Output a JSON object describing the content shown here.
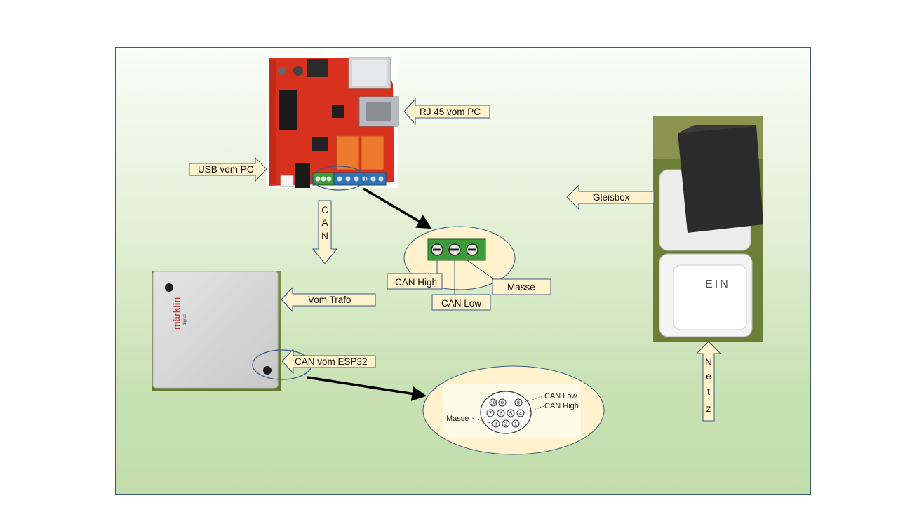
{
  "labels": {
    "rj45": "RJ 45 vom  PC",
    "usb": "USB vom PC",
    "can_vertical": [
      "C",
      "A",
      "N"
    ],
    "gleisbox": "Gleisbox",
    "vom_trafo": "Vom Trafo",
    "can_vom_esp32": "CAN vom ESP32",
    "can_high": "CAN High",
    "can_low": "CAN Low",
    "masse": "Masse",
    "netz_vertical": [
      "N",
      "e",
      "t",
      "z"
    ]
  },
  "plug_diagram": {
    "can_low": "CAN Low",
    "can_high": "CAN High",
    "masse": "Masse",
    "pins": [
      "10",
      "9",
      "8",
      "7",
      "6",
      "5",
      "4",
      "3",
      "2",
      "1"
    ]
  },
  "photos": {
    "gleisbox_brand": "märklin",
    "gleisbox_sub": "digital",
    "socket_text": "EIN"
  },
  "colors": {
    "callout_fill": "#fff2cc",
    "callout_stroke": "#3b5b86",
    "board_red": "#d8321f",
    "terminal_green": "#3e9b3a",
    "terminal_blue": "#2f74b5"
  }
}
